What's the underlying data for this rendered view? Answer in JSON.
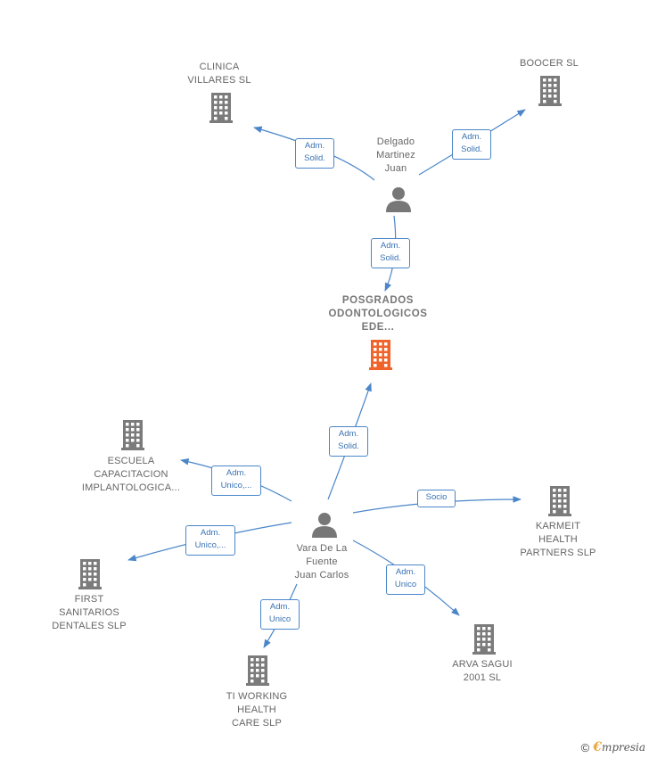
{
  "colors": {
    "edge": "#4a86c8",
    "building": "#7b7b7b",
    "building_main": "#f0632a",
    "person": "#777777"
  },
  "nodes": [
    {
      "id": "main",
      "type": "building",
      "main": true,
      "label": "POSGRADOS\nODONTOLOGICOS\nEDE..."
    },
    {
      "id": "clinica",
      "type": "building",
      "label": "CLINICA\nVILLARES SL"
    },
    {
      "id": "boocer",
      "type": "building",
      "label": "BOOCER SL"
    },
    {
      "id": "delgado",
      "type": "person",
      "label": "Delgado\nMartinez\nJuan"
    },
    {
      "id": "vara",
      "type": "person",
      "label": "Vara De La\nFuente\nJuan Carlos"
    },
    {
      "id": "escuela",
      "type": "building",
      "label": "ESCUELA\nCAPACITACION\nIMPLANTOLOGICA..."
    },
    {
      "id": "karmeit",
      "type": "building",
      "label": "KARMEIT\nHEALTH\nPARTNERS SLP"
    },
    {
      "id": "first",
      "type": "building",
      "label": "FIRST\nSANITARIOS\nDENTALES SLP"
    },
    {
      "id": "arva",
      "type": "building",
      "label": "ARVA SAGUI\n2001 SL"
    },
    {
      "id": "tiworking",
      "type": "building",
      "label": "TI WORKING\nHEALTH\nCARE SLP"
    }
  ],
  "edges": [
    {
      "from": "delgado",
      "to": "clinica",
      "label": "Adm.\nSolid."
    },
    {
      "from": "delgado",
      "to": "boocer",
      "label": "Adm.\nSolid."
    },
    {
      "from": "delgado",
      "to": "main",
      "label": "Adm.\nSolid."
    },
    {
      "from": "vara",
      "to": "main",
      "label": "Adm.\nSolid."
    },
    {
      "from": "vara",
      "to": "escuela",
      "label": "Adm.\nUnico,..."
    },
    {
      "from": "vara",
      "to": "karmeit",
      "label": "Socio"
    },
    {
      "from": "vara",
      "to": "first",
      "label": "Adm.\nUnico,..."
    },
    {
      "from": "vara",
      "to": "arva",
      "label": "Adm.\nUnico"
    },
    {
      "from": "vara",
      "to": "tiworking",
      "label": "Adm.\nUnico"
    }
  ],
  "footer": {
    "copyright": "©",
    "brand_initial": "€",
    "brand_rest": "mpresia"
  }
}
